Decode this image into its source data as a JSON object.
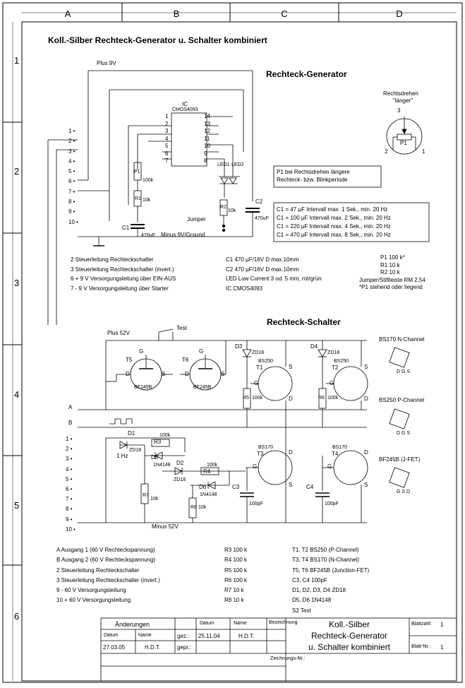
{
  "border": {
    "columns": [
      "A",
      "B",
      "C",
      "D"
    ],
    "rows": [
      "1",
      "2",
      "3",
      "4",
      "5",
      "6"
    ]
  },
  "title": "Koll.-Silber Rechteck-Generator u. Schalter kombiniert",
  "generator": {
    "heading": "Rechteck-Generator",
    "plus_label": "Plus 9V",
    "minus_label": "Minus 9V/Ground",
    "ic_label": "IC",
    "ic_type": "CMOS4093",
    "jumper": "Jumper",
    "pin_numbers": [
      "1",
      "2",
      "3",
      "4",
      "5",
      "6",
      "7",
      "8",
      "9",
      "10"
    ],
    "ic_pins_left": [
      "1",
      "2",
      "3",
      "4",
      "5",
      "6",
      "7"
    ],
    "ic_pins_right": [
      "14",
      "13",
      "12",
      "11",
      "10",
      "9",
      "8"
    ],
    "components": {
      "p1": "P1",
      "p1_val": "100k",
      "r1": "R1",
      "r1_val": "10k",
      "r2": "R2",
      "r2_val": "10k",
      "c1": "C1",
      "c1_val": "470uF",
      "c2": "C2",
      "c2_val": "470uF",
      "led1": "LED1",
      "led2": "LED2"
    },
    "pot": {
      "title_line1": "Rechtsdrehen",
      "title_line2": "\"länger\"",
      "label": "P1",
      "pin1": "1",
      "pin2": "2",
      "pin3": "3"
    },
    "note": [
      "P1 bei Rechtsdrehen längere",
      "Rechteck- bzw. Blinkperiode"
    ],
    "cap_table": [
      "C1 =   47 µF Intervall max. 1 Sek., min. 20 Hz",
      "C1 = 100 µF Intervall max. 2 Sek., min. 20 Hz",
      "C1 = 220 µF Intervall max. 4 Sek., min. 20 Hz",
      "C1 = 470 µF Intervall max. 8 Sek., min. 20 Hz"
    ],
    "legend_left": [
      "2   Steuerleitung Rechteckschalter",
      "3   Steuerleitung Rechteckschalter (invert.)",
      "6  + 9 V Versorgungsleitung über EIN-AUS",
      "7  - 9 V Versorgungsleitung über Starter"
    ],
    "legend_mid": [
      "C1 470 µF/16V D max.10mm",
      "C2 470 µF/16V D max.10mm",
      "LED Low Current 3 od. 5 mm, rot/grün",
      "IC   CMOS4093"
    ],
    "legend_right": [
      "P1  100 k*",
      "R1  10 k",
      "R2  10 k",
      "Jumper/Stiftleiste RM 2,54",
      "*P1 stehend oder liegend"
    ]
  },
  "switch": {
    "heading": "Rechteck-Schalter",
    "plus_label": "Plus 52V",
    "minus_label": "Minus 52V",
    "test": "Test",
    "freq": "1 Hz",
    "line_a": "A",
    "line_b": "B",
    "pin_numbers": [
      "1",
      "2",
      "3",
      "4",
      "5",
      "6",
      "7",
      "8",
      "9",
      "10"
    ],
    "parts": {
      "t5": "T5",
      "t6": "T6",
      "bf245": "BF245B",
      "t1": "T1",
      "t2": "T2",
      "t3": "T3",
      "t4": "T4",
      "bs250": "BS250",
      "bs170": "BS170",
      "d1": "D1",
      "d2": "D2",
      "d3": "D3",
      "d4": "D4",
      "d5": "D5",
      "d6": "D6",
      "zd18": "ZD18",
      "n4148": "1N4148",
      "r3": "R3",
      "r4": "R4",
      "r5": "R5",
      "r6": "R6",
      "r7": "R7",
      "r8": "R8",
      "r100k": "100k",
      "r10k": "10k",
      "c3": "C3",
      "c4": "C4",
      "c100pf": "100pF",
      "g": "G",
      "d": "D",
      "s": "S"
    },
    "pkg_labels": [
      "BS170 N-Channel",
      "BS250 P-Channel",
      "BF245B (J-FET)"
    ],
    "pkg_pins": [
      "D",
      "G",
      "S"
    ],
    "legend_left": [
      "A  Ausgang 1 (60 V Rechteckspannung)",
      "B  Ausgang 2 (60 V Rechteckspannung)",
      "2  Steuerleitung Rechteckschalter",
      "3  Steuerleitung Rechteckschalter (invert.)",
      "9  - 60 V Versorgungsleitung",
      "10  + 60 V Versorgungsleitung"
    ],
    "legend_mid": [
      "R3  100 k",
      "R4  100 k",
      "R5  100 k",
      "R6  100 k",
      "R7  10 k",
      "R8  10 k"
    ],
    "legend_right": [
      "T1, T2  BS250  (P-Channel)",
      "T3, T4  BS170  (N-Channel)",
      "T5, T6  BF245B (Junction-FET)",
      "C3, C4  100pF",
      "D1, D2, D3, D4  ZD18",
      "D5, D6  1N4148",
      "S2  Test"
    ]
  },
  "titleblock": {
    "aenderungen": "Änderungen",
    "datum": "Datum",
    "name": "Name",
    "datum_val": "27.03.05",
    "name_val": "H.D.T.",
    "gez": "gez.:",
    "gez_date": "25.11.04",
    "gez_name": "H.D.T.",
    "gepr": "gepr.:",
    "bezeichnung": "Bezeichnung",
    "desc_lines": [
      "Koll.-Silber",
      "Rechteck-Generator",
      "u. Schalter kombiniert"
    ],
    "zeichnungs": "Zeichnungs-Nr.:",
    "blattzahl": "Blattzahl:",
    "blattzahl_val": "1",
    "blattnr": "Blatt-Nr.:",
    "blattnr_val": "1"
  }
}
